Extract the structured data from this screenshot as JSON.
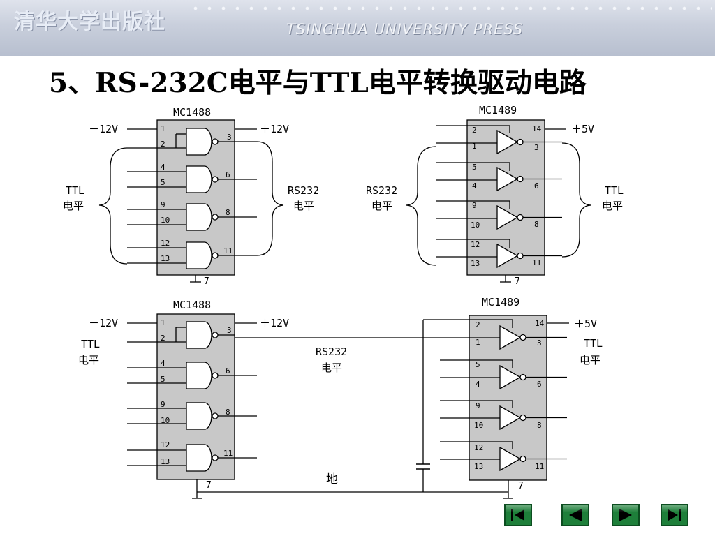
{
  "banner": {
    "publisher_cn": "清华大学出版社",
    "publisher_en": "TSINGHUA UNIVERSITY PRESS"
  },
  "slide": {
    "title": "5、RS-232C电平与TTL电平转换驱动电路"
  },
  "diagram": {
    "top_left": {
      "chip": "MC1488",
      "vneg": "－12V",
      "vpos": "＋12V",
      "left_label_1": "TTL",
      "left_label_2": "电平",
      "right_label_1": "RS232",
      "right_label_2": "电平",
      "gnd_pin": "7",
      "pins": [
        "1",
        "2",
        "3",
        "4",
        "5",
        "6",
        "9",
        "10",
        "8",
        "12",
        "13",
        "11"
      ]
    },
    "top_right": {
      "chip": "MC1489",
      "vpos": "＋5V",
      "left_label_1": "RS232",
      "left_label_2": "电平",
      "right_label_1": "TTL",
      "right_label_2": "电平",
      "gnd_pin": "7",
      "pins": [
        "2",
        "1",
        "14",
        "3",
        "5",
        "4",
        "6",
        "9",
        "10",
        "8",
        "12",
        "13",
        "11"
      ]
    },
    "bottom_left": {
      "chip": "MC1488",
      "vneg": "－12V",
      "vpos": "＋12V",
      "left_label_1": "TTL",
      "left_label_2": "电平",
      "gnd_pin": "7",
      "pins": [
        "1",
        "2",
        "3",
        "4",
        "5",
        "6",
        "9",
        "10",
        "8",
        "12",
        "13",
        "11"
      ]
    },
    "bottom_right": {
      "chip": "MC1489",
      "vpos": "＋5V",
      "right_label_1": "TTL",
      "right_label_2": "电平",
      "gnd_pin": "7",
      "pins": [
        "2",
        "1",
        "14",
        "3",
        "5",
        "4",
        "6",
        "9",
        "10",
        "8",
        "12",
        "13",
        "11"
      ]
    },
    "middle_label_1": "RS232",
    "middle_label_2": "电平",
    "ground_label": "地"
  },
  "nav": {
    "first_icon": "skip-to-first-icon",
    "prev_icon": "previous-icon",
    "next_icon": "next-icon",
    "last_icon": "skip-to-last-icon",
    "color": "#1e7f3a"
  }
}
